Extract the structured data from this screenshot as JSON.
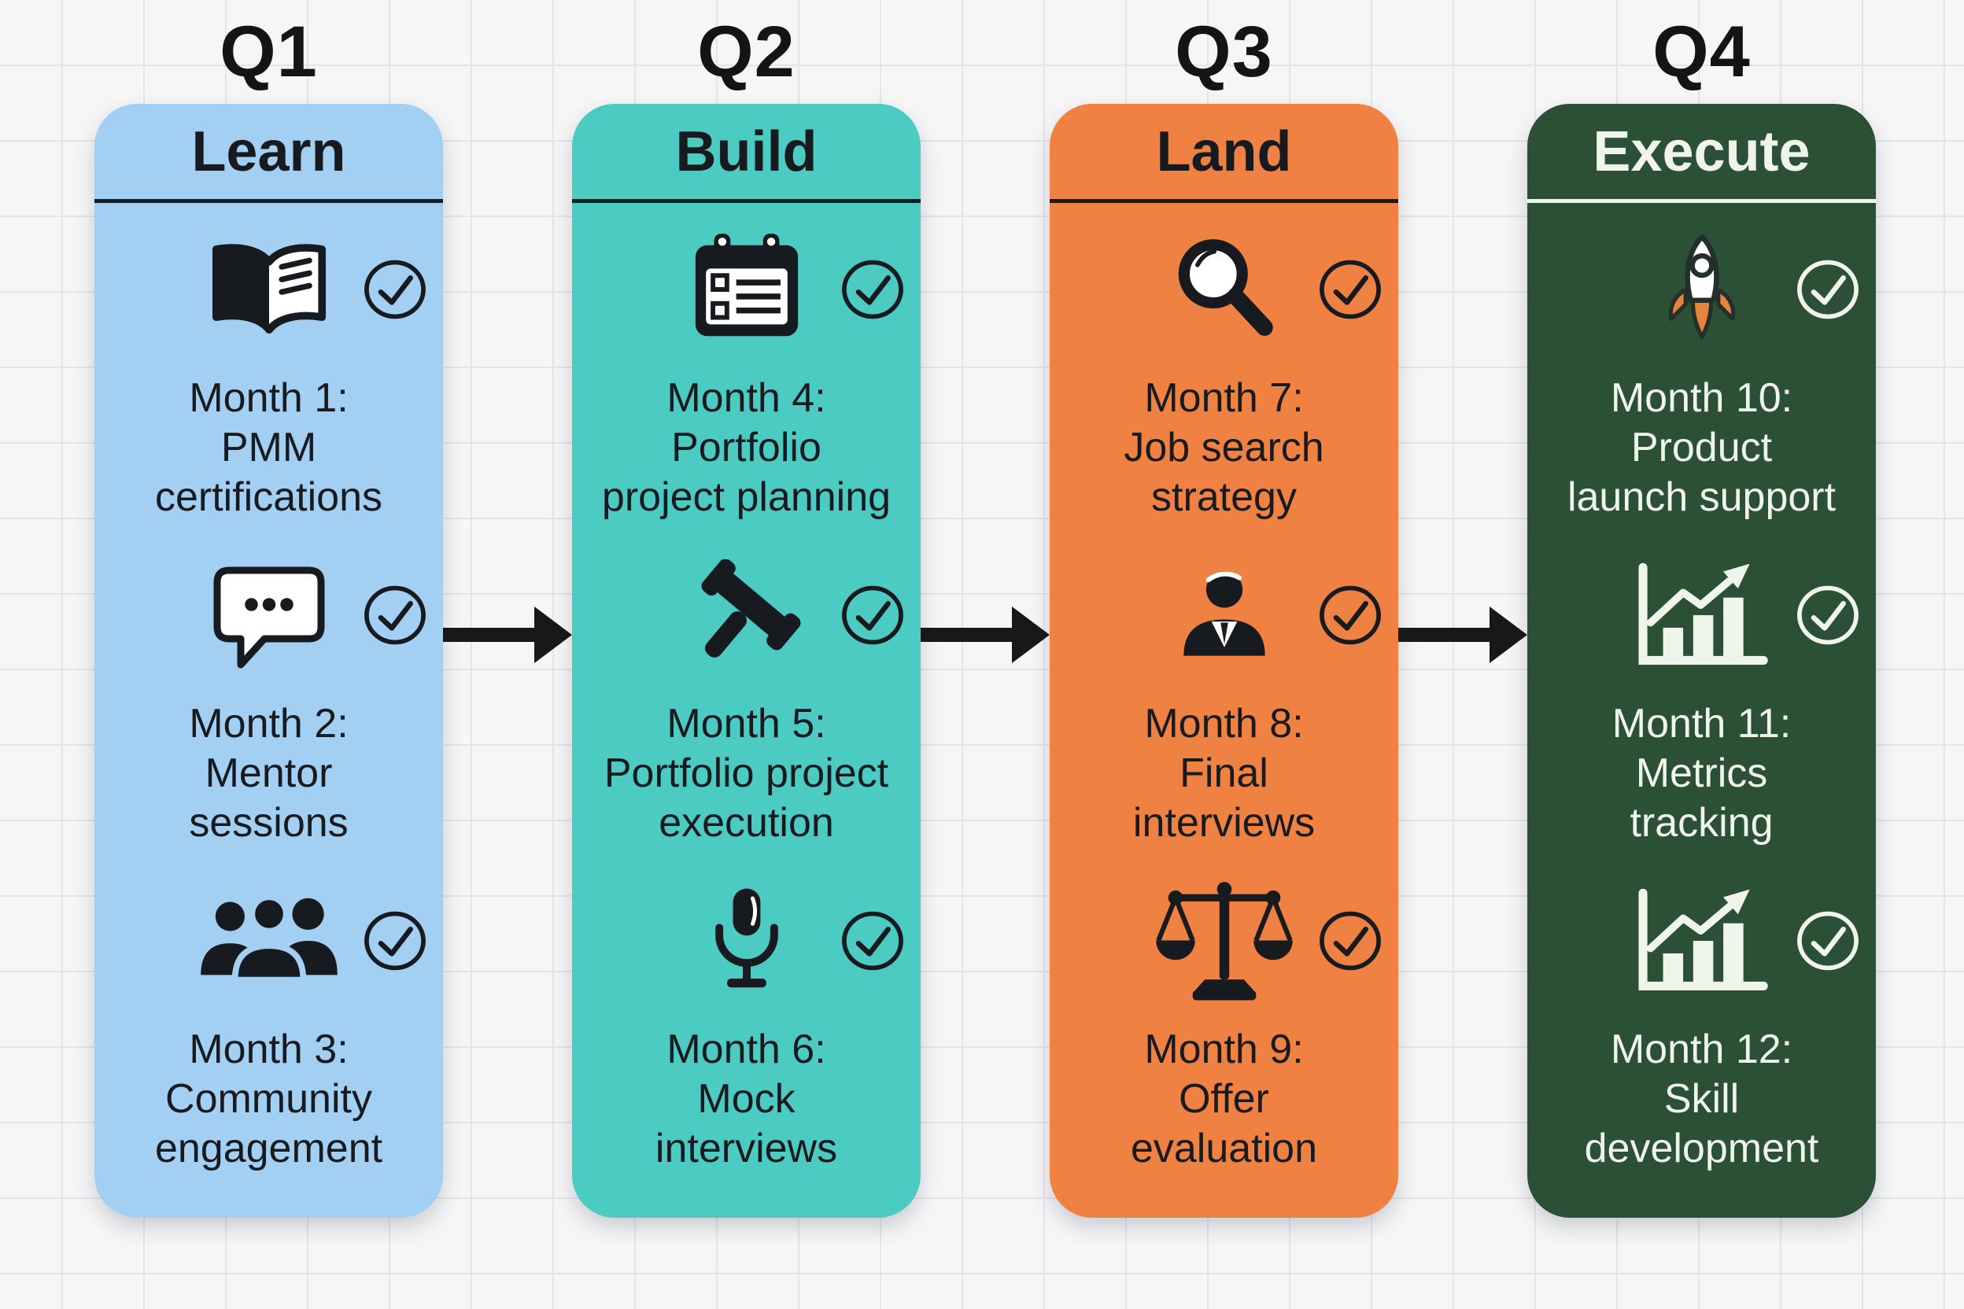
{
  "colors": {
    "background": "#f6f6f7",
    "grid_line": "#e4e4e9",
    "arrow": "#181818",
    "q_label_text": "#141414",
    "dark_text": "#171a1f",
    "light_text": "#f0f5ec",
    "q1_card": "#a2cff2",
    "q2_card": "#4ccbc2",
    "q3_card": "#ef8142",
    "q4_card": "#2b5036",
    "rocket_flame": "#e8833a"
  },
  "quarters": [
    {
      "q_label": "Q1",
      "phase": "Learn",
      "card_color": "#a2cff2",
      "text_color": "#171a1f",
      "items": [
        {
          "icon": "open-book-icon",
          "label": "Month 1:\nPMM\ncertifications",
          "checked": true
        },
        {
          "icon": "chat-bubble-icon",
          "label": "Month 2:\nMentor\nsessions",
          "checked": true
        },
        {
          "icon": "people-group-icon",
          "label": "Month 3:\nCommunity\nengagement",
          "checked": true
        }
      ]
    },
    {
      "q_label": "Q2",
      "phase": "Build",
      "card_color": "#4ccbc2",
      "text_color": "#171a1f",
      "items": [
        {
          "icon": "task-board-icon",
          "label": "Month 4:\nPortfolio\nproject planning",
          "checked": true
        },
        {
          "icon": "gavel-icon",
          "label": "Month 5:\nPortfolio project\nexecution",
          "checked": true
        },
        {
          "icon": "microphone-icon",
          "label": "Month 6:\nMock\ninterviews",
          "checked": true
        }
      ]
    },
    {
      "q_label": "Q3",
      "phase": "Land",
      "card_color": "#ef8142",
      "text_color": "#171a1f",
      "items": [
        {
          "icon": "magnifier-icon",
          "label": "Month 7:\nJob search\nstrategy",
          "checked": true
        },
        {
          "icon": "person-suit-icon",
          "label": "Month 8:\nFinal\ninterviews",
          "checked": true
        },
        {
          "icon": "scales-icon",
          "label": "Month 9:\nOffer\nevaluation",
          "checked": true
        }
      ]
    },
    {
      "q_label": "Q4",
      "phase": "Execute",
      "card_color": "#2b5036",
      "text_color": "#f0f5ec",
      "items": [
        {
          "icon": "rocket-icon",
          "label": "Month 10:\nProduct\nlaunch support",
          "checked": true
        },
        {
          "icon": "metrics-chart-icon",
          "label": "Month 11:\nMetrics\ntracking",
          "checked": true
        },
        {
          "icon": "growth-chart-icon",
          "label": "Month 12:\nSkill\ndevelopment",
          "checked": true
        }
      ]
    }
  ]
}
